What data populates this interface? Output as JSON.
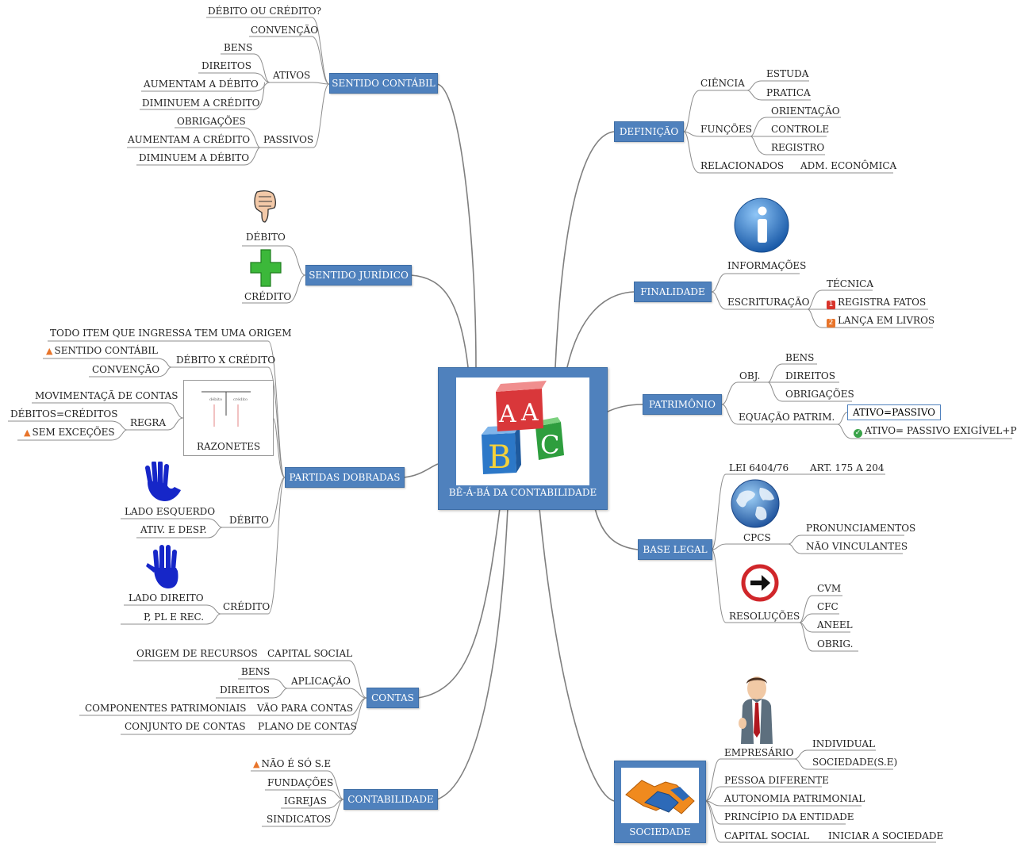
{
  "central": {
    "label": "BÊ-Á-BÁ DA CONTABILIDADE",
    "image": "abc-blocks-icon"
  },
  "sentido_contabil": {
    "label": "SENTIDO CONTÁBIL",
    "items": [
      "DÉBITO OU CRÉDITO?",
      "CONVENÇÃO",
      "BENS",
      "DIREITOS",
      "ATIVOS",
      "AUMENTAM A DÉBITO",
      "DIMINUEM A CRÉDITO",
      "OBRIGAÇÕES",
      "AUMENTAM A CRÉDITO",
      "PASSIVOS",
      "DIMINUEM A DÉBITO"
    ]
  },
  "sentido_juridico": {
    "label": "SENTIDO JURÍDICO",
    "debito": "DÉBITO",
    "credito": "CRÉDITO"
  },
  "partidas_dobradas": {
    "label": "PARTIDAS DOBRADAS",
    "items": [
      "TODO ITEM QUE INGRESSA TEM UMA ORIGEM",
      "SENTIDO CONTÁBIL",
      "DÉBITO X CRÉDITO",
      "CONVENÇÃO",
      "MOVIMENTAÇÃ DE CONTAS",
      "DÉBITOS=CRÉDITOS",
      "REGRA",
      "SEM EXCEÇÕES",
      "RAZONETES",
      "LADO ESQUERDO",
      "DÉBITO",
      "ATIV. E DESP.",
      "LADO DIREITO",
      "CRÉDITO",
      "P, PL E REC."
    ],
    "razonete_labels": [
      "débito",
      "crédito"
    ]
  },
  "contas": {
    "label": "CONTAS",
    "items": [
      "ORIGEM DE RECURSOS",
      "CAPITAL SOCIAL",
      "BENS",
      "APLICAÇÃO",
      "DIREITOS",
      "COMPONENTES PATRIMONIAIS",
      "VÃO PARA CONTAS",
      "CONJUNTO DE CONTAS",
      "PLANO DE CONTAS"
    ]
  },
  "contabilidade": {
    "label": "CONTABILIDADE",
    "items": [
      "NÃO É SÓ S.E",
      "FUNDAÇÕES",
      "IGREJAS",
      "SINDICATOS"
    ]
  },
  "definicao": {
    "label": "DEFINIÇÃO",
    "items": [
      "CIÊNCIA",
      "ESTUDA",
      "PRATICA",
      "FUNÇÕES",
      "ORIENTAÇÃO",
      "CONTROLE",
      "REGISTRO",
      "RELACIONADOS",
      "ADM. ECONÔMICA"
    ]
  },
  "finalidade": {
    "label": "FINALIDADE",
    "items": [
      "INFORMAÇÕES",
      "ESCRITURAÇÃO",
      "TÉCNICA",
      "REGISTRA FATOS",
      "LANÇA EM LIVROS"
    ],
    "tag_1": "1",
    "tag_2": "2"
  },
  "patrimonio": {
    "label": "PATRIMÔNIO",
    "items": [
      "OBJ.",
      "BENS",
      "DIREITOS",
      "OBRIGAÇÕES",
      "EQUAÇÃO PATRIM.",
      "ATIVO=PASSIVO",
      "ATIVO= PASSIVO EXIGÍVEL+PL"
    ]
  },
  "base_legal": {
    "label": "BASE LEGAL",
    "items": [
      "LEI 6404/76",
      "ART. 175 A 204",
      "CPCS",
      "PRONUNCIAMENTOS",
      "NÃO VINCULANTES",
      "RESOLUÇÕES",
      "CVM",
      "CFC",
      "ANEEL",
      "OBRIG."
    ]
  },
  "sociedade": {
    "label": "SOCIEDADE",
    "items": [
      "EMPRESÁRIO",
      "INDIVIDUAL",
      "SOCIEDADE(S.E)",
      "PESSOA DIFERENTE",
      "AUTONOMIA PATRIMONIAL",
      "PRINCÍPIO DA ENTIDADE",
      "CAPITAL SOCIAL",
      "INICIAR A SOCIEDADE"
    ]
  },
  "colors": {
    "node": "#4f81bd",
    "line": "#808080",
    "warn": "#e8742a",
    "tag1": "#d9342b",
    "tag2": "#e8742a",
    "ok": "#3aa34a"
  }
}
